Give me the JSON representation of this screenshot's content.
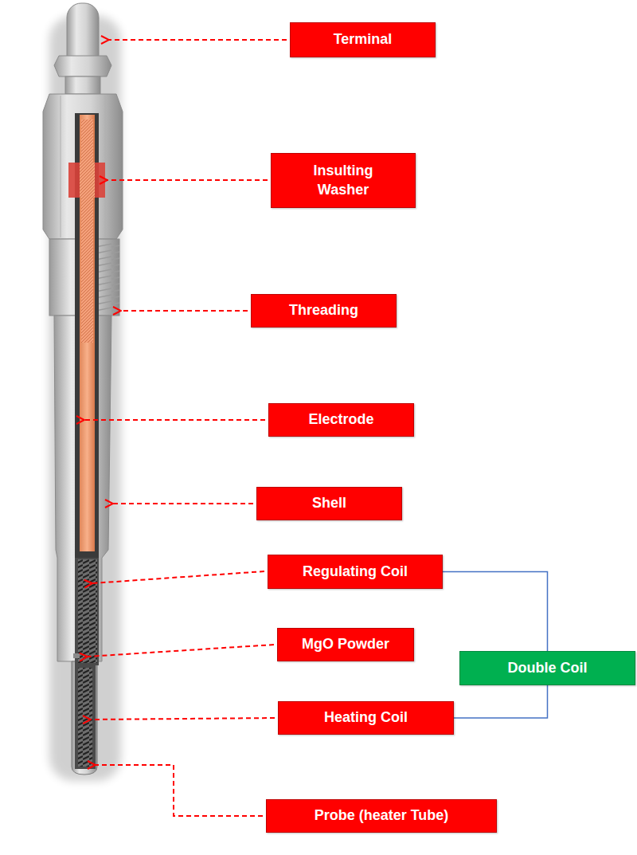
{
  "diagram": {
    "nodes": [
      {
        "text": [
          "Terminal"
        ]
      },
      {
        "text": [
          "Insulting Washer"
        ]
      },
      {
        "text": [
          "Threading"
        ]
      },
      {
        "text": [
          "Electrode"
        ]
      },
      {
        "text": [
          "Shell"
        ]
      },
      {
        "text": [
          "Regulating Coil"
        ]
      },
      {
        "text": [
          "MgO Powder"
        ]
      },
      {
        "text": [
          "Double Coil"
        ]
      },
      {
        "text": [
          "Heating Coil"
        ]
      },
      {
        "text": [
          "Probe (heater Tube)"
        ]
      }
    ],
    "edges": [
      {
        "from": 5,
        "to": 7,
        "arrow": "none"
      },
      {
        "from": 8,
        "to": 7,
        "arrow": "none"
      }
    ]
  }
}
